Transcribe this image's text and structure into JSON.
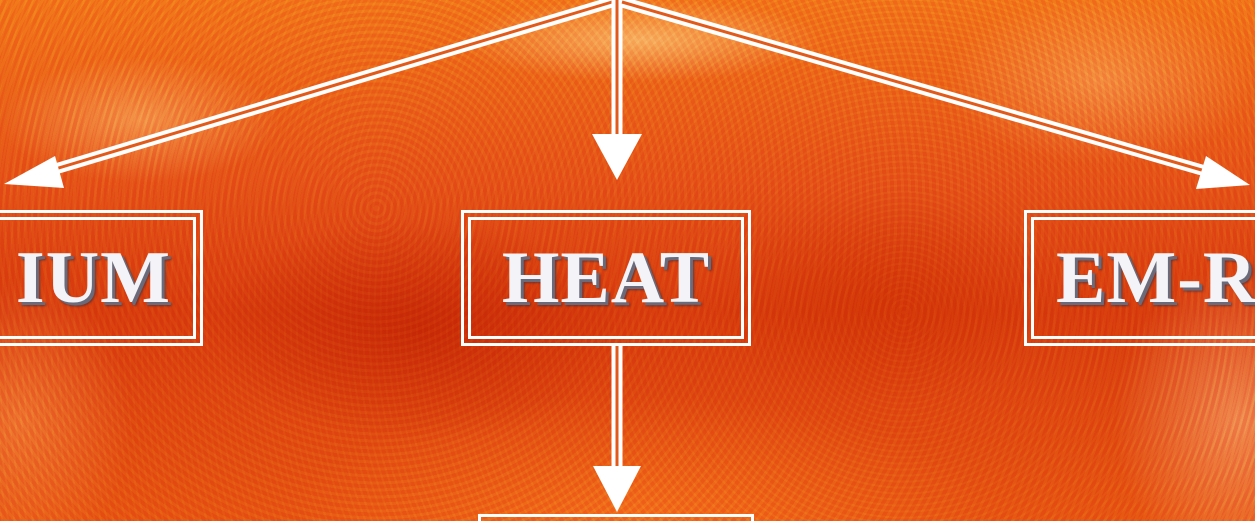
{
  "diagram": {
    "nodes": {
      "left": {
        "label": "IUM"
      },
      "center": {
        "label": "HEAT"
      },
      "right": {
        "label": "EM-R"
      }
    },
    "colors": {
      "arrow": "#ffffff",
      "box_border": "#ffffff",
      "label_text": "#f4f4f8",
      "background": "#e2561a"
    },
    "arrows": [
      {
        "from": "source-top",
        "to": "left"
      },
      {
        "from": "source-top",
        "to": "center"
      },
      {
        "from": "source-top",
        "to": "right"
      },
      {
        "from": "center",
        "to": "bottom-node"
      }
    ]
  }
}
